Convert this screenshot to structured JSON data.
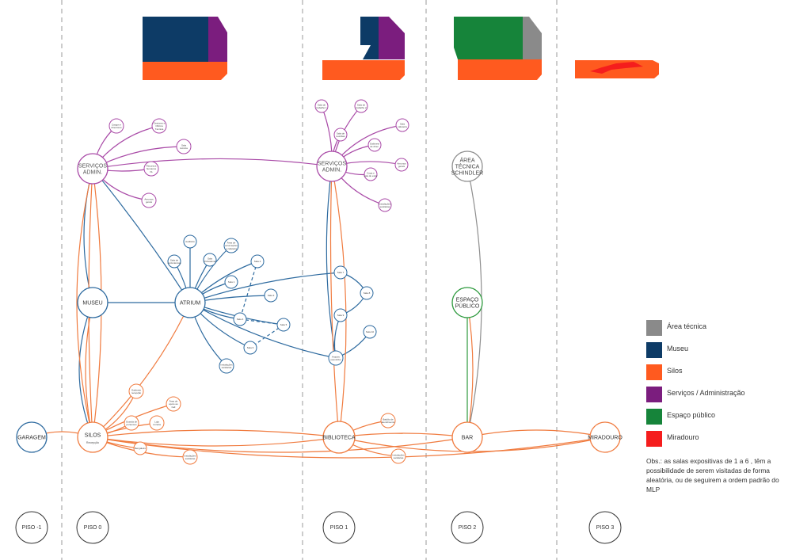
{
  "colors": {
    "tecnica": "#8a8a8a",
    "museu": "#0d3b66",
    "silos": "#ff5a1f",
    "servicos": "#7b1d7e",
    "espaco": "#16843a",
    "miradouro": "#f51d1d",
    "edge_blue": "#2d6a9f",
    "edge_orange": "#f07b3f",
    "edge_purple": "#a94aa7",
    "edge_gray": "#8e8e8e",
    "edge_green": "#2e9a3e"
  },
  "floors": [
    {
      "id": "p-1",
      "label": "PISO -1"
    },
    {
      "id": "p0",
      "label": "PISO 0"
    },
    {
      "id": "p1",
      "label": "PISO 1"
    },
    {
      "id": "p2",
      "label": "PISO 2"
    },
    {
      "id": "p3",
      "label": "PISO 3"
    }
  ],
  "nodes": {
    "servicos0": {
      "label": [
        "SERVIÇOS",
        "ADMIN."
      ],
      "type": "servicos"
    },
    "servicos1": {
      "label": [
        "SERVIÇOS",
        "ADMIN."
      ],
      "type": "servicos"
    },
    "museu": {
      "label": [
        "MUSEU"
      ],
      "type": "museu"
    },
    "atrium": {
      "label": [
        "ATRIUM"
      ],
      "type": "museu"
    },
    "garagem": {
      "label": [
        "GARAGEM"
      ],
      "type": "museu"
    },
    "silos": {
      "label": [
        "SILOS"
      ],
      "sub": "Recepção",
      "type": "silos"
    },
    "biblioteca": {
      "label": [
        "BIBLIOTECA"
      ],
      "type": "silos"
    },
    "bar": {
      "label": [
        "BAR"
      ],
      "type": "silos"
    },
    "miradouro": {
      "label": [
        "MIRADOURO"
      ],
      "type": "silos"
    },
    "area_tecnica": {
      "label": [
        "ÁREA",
        "TÉCNICA",
        "SCHINDLER"
      ],
      "type": "tecnica"
    },
    "espaco_publico": {
      "label": [
        "ESPAÇO",
        "PÚBLICO"
      ],
      "type": "espaco"
    }
  },
  "small_nodes": {
    "s0_1": [
      "Cargos e",
      "directores"
    ],
    "s0_2": [
      "Gestores e",
      "Oficina",
      "Técnica"
    ],
    "s0_3": [
      "Sala",
      "técnica"
    ],
    "s0_4": [
      "Recursos",
      "humanos",
      "I.S."
    ],
    "s0_5": [
      "Arrumos",
      "gerais"
    ],
    "s1_1": [
      "Sala de",
      "trabalho 1"
    ],
    "s1_2": [
      "Sala de",
      "trabalho 2"
    ],
    "s1_3": [
      "Sala de",
      "reuniões"
    ],
    "s1_4": [
      "Sala",
      "cafeteria"
    ],
    "s1_5": [
      "Gabinete",
      "de direc."
    ],
    "s1_6": [
      "Copa e",
      "sala de estar"
    ],
    "s1_7": [
      "Arrumos",
      "gerais"
    ],
    "s1_8": [
      "Instalações",
      "sanitárias"
    ],
    "a_aud": [
      "Auditório"
    ],
    "a_conf": [
      "Sala de",
      "conferências"
    ],
    "a_pol": [
      "Sala",
      "Polivalente"
    ],
    "a_cafe": [
      "Área de",
      "arrumações",
      "e cafetaria"
    ],
    "a_s1": [
      "Sala 1"
    ],
    "a_s2": [
      "Sala 2"
    ],
    "a_s3": [
      "Sala 3"
    ],
    "a_s4": [
      "Sala 4"
    ],
    "a_s5": [
      "Sala 5"
    ],
    "a_s6": [
      "Sala 6"
    ],
    "a_is": [
      "Instalações",
      "sanitárias"
    ],
    "m_s7": [
      "Sala 7"
    ],
    "m_s8": [
      "Sala 8"
    ],
    "m_s9": [
      "Sala 9"
    ],
    "m_s10": [
      "Sala 10"
    ],
    "m_arq": [
      "Arquivo",
      "expositivo"
    ],
    "g_serv": [
      "Gabinete",
      "recepção"
    ],
    "g_guard": [
      "Guarda de",
      "pertences"
    ],
    "g_loja": [
      "Loja",
      "Livraria"
    ],
    "g_area": [
      "Área de",
      "apoio ao",
      "hall"
    ],
    "g_bil": [
      "Bengaleiro"
    ],
    "g_is": [
      "Instalações",
      "sanitárias"
    ],
    "b_sala": [
      "Balcão de",
      "atendimento"
    ],
    "b_is": [
      "Instalações",
      "sanitárias"
    ]
  },
  "legend": [
    {
      "color": "#8a8a8a",
      "label": "Área técnica"
    },
    {
      "color": "#0d3b66",
      "label": "Museu"
    },
    {
      "color": "#ff5a1f",
      "label": "Silos"
    },
    {
      "color": "#7b1d7e",
      "label": "Serviços / Administração"
    },
    {
      "color": "#16843a",
      "label": "Espaço público"
    },
    {
      "color": "#f51d1d",
      "label": "Miradouro"
    }
  ],
  "note": "Obs.: as salas expositivas de 1 a 6 , têm a possibilidade de serem visitadas de forma aleatória, ou de seguirem a ordem padrão do MLP"
}
